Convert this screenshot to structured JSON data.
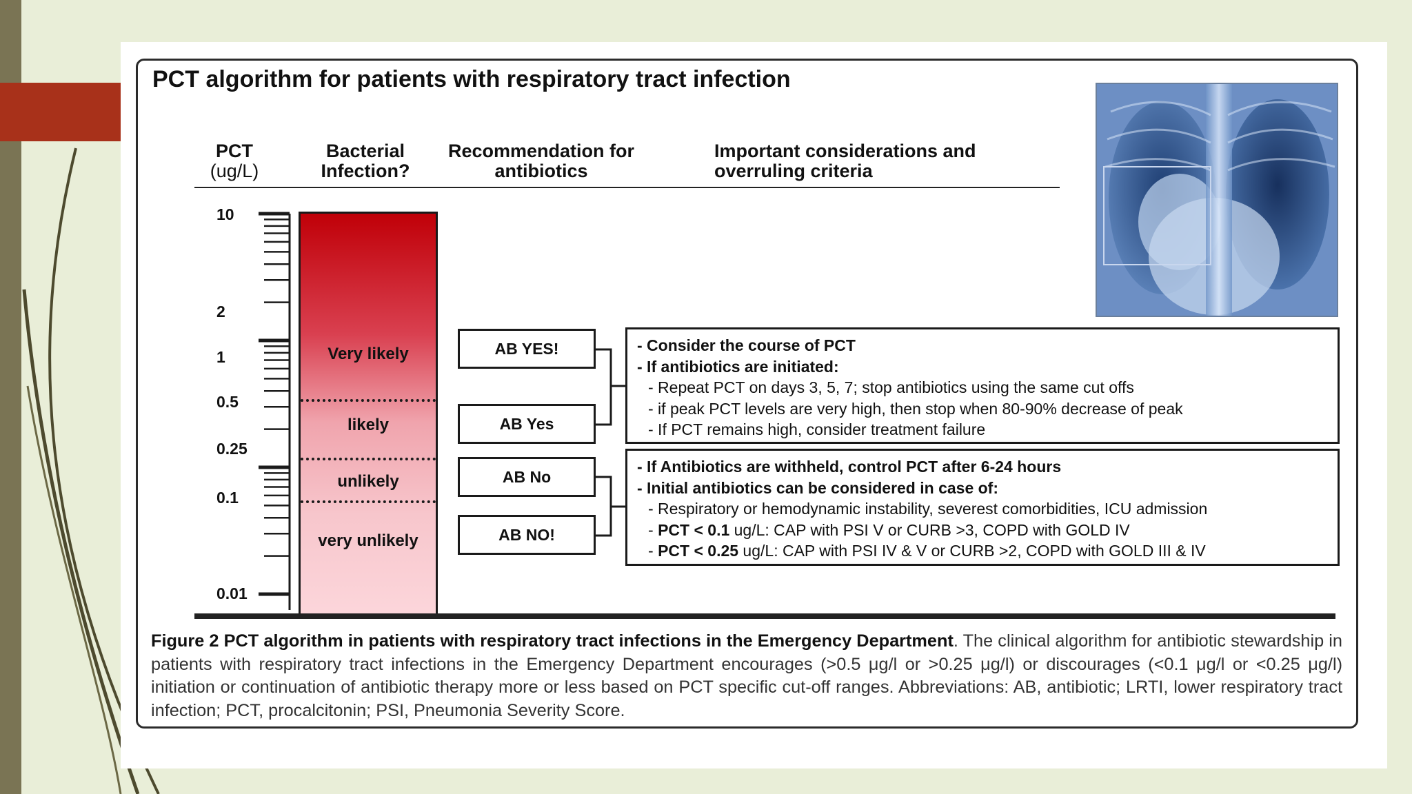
{
  "figure": {
    "title": "PCT algorithm for patients with respiratory tract infection",
    "headers": {
      "pct": "PCT",
      "pct_unit": "(ug/L)",
      "bacterial_1": "Bacterial",
      "bacterial_2": "Infection?",
      "recommendation_1": "Recommendation for",
      "recommendation_2": "antibiotics",
      "considerations_1": "Important considerations and",
      "considerations_2": "overruling criteria"
    },
    "scale_labels": [
      "10",
      "2",
      "1",
      "0.5",
      "0.25",
      "0.1",
      "0.01"
    ],
    "likelihood_zones": [
      "Very likely",
      "likely",
      "unlikely",
      "very unlikely"
    ],
    "recommendations": [
      "AB YES!",
      "AB Yes",
      "AB No",
      "AB NO!"
    ],
    "considerations_upper": {
      "line1": "- Consider the course of PCT",
      "line2": "- If antibiotics are initiated:",
      "line3": "- Repeat PCT on days 3, 5, 7; stop  antibiotics using the same cut offs",
      "line4": "- if peak PCT levels are very high, then stop when 80-90% decrease of peak",
      "line5": "- If PCT remains high, consider treatment failure"
    },
    "considerations_lower": {
      "line1": "- If Antibiotics are withheld, control PCT after 6-24 hours",
      "line2": "- Initial antibiotics can be considered in case of:",
      "line3": "- Respiratory or hemodynamic instability, severest comorbidities, ICU admission",
      "line4_prefix": "- ",
      "line4_bold": "PCT < 0.1",
      "line4_rest": " ug/L: CAP with PSI V or CURB >3, COPD with GOLD IV",
      "line5_prefix": "- ",
      "line5_bold": "PCT < 0.25",
      "line5_rest": " ug/L: CAP with PSI IV & V or CURB >2, COPD with GOLD III & IV"
    },
    "caption_bold": "Figure 2 PCT algorithm in patients with respiratory tract infections in the Emergency Department",
    "caption_text": ". The clinical algorithm for antibiotic stewardship in patients with respiratory tract infections in the Emergency Department encourages (>0.5 μg/l or >0.25 μg/l) or discourages (<0.1 μg/l or <0.25 μg/l) initiation or continuation of antibiotic therapy more or less based on PCT specific cut-off ranges. Abbreviations: AB, antibiotic; LRTI, lower respiratory tract infection; PCT, procalcitonin; PSI, Pneumonia Severity Score."
  },
  "colors": {
    "accent_bar": "#a8311a",
    "side_strip": "#7a7454",
    "bar_top": "#c00008",
    "bar_bottom": "#fcd6db"
  },
  "icons": {
    "xray": "chest-xray-image"
  }
}
